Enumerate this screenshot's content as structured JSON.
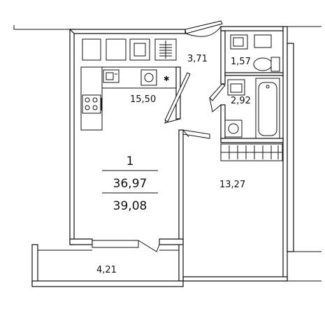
{
  "plan": {
    "apartment": {
      "rooms_count": "1",
      "living_area": "36,97",
      "total_area": "39,08"
    },
    "rooms": {
      "kitchen_living": "15,50",
      "hallway": "3,71",
      "toilet": "1,57",
      "bathroom": "2,92",
      "bedroom": "13,27",
      "balcony": "4,21"
    }
  }
}
